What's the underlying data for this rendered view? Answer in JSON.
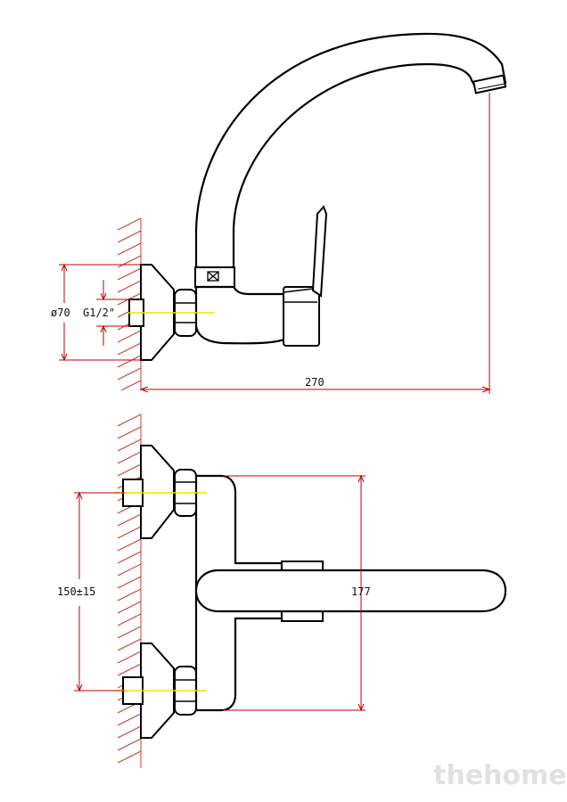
{
  "diagram": {
    "colors": {
      "outline": "#000000",
      "dimension": "#c00000",
      "hatch": "#c43a3a",
      "centerline": "#f2e000"
    },
    "top_view": {
      "dim_diameter": "ø70",
      "dim_thread": "G1/2\"",
      "dim_length": "270"
    },
    "bottom_view": {
      "dim_spacing": "150±15",
      "dim_spout": "177"
    }
  },
  "watermark": {
    "text": "thehome"
  }
}
